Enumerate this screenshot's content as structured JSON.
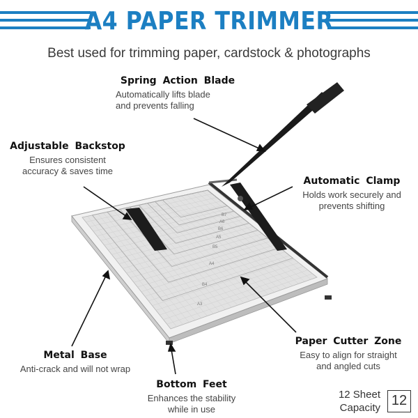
{
  "header": {
    "title": "A4 PAPER TRIMMER",
    "subtitle": "Best used for trimming paper, cardstock & photographs",
    "title_color": "#1c7fc2"
  },
  "features": {
    "spring_blade": {
      "heading": "Spring  Action  Blade",
      "desc_line1": "Automatically lifts blade",
      "desc_line2": "and prevents falling"
    },
    "backstop": {
      "heading": "Adjustable  Backstop",
      "desc_line1": "Ensures consistent",
      "desc_line2": "accuracy & saves time"
    },
    "clamp": {
      "heading": "Automatic  Clamp",
      "desc_line1": "Holds work securely and",
      "desc_line2": "prevents shifting"
    },
    "metal_base": {
      "heading": "Metal  Base",
      "desc": "Anti-crack and will not wrap"
    },
    "cutter_zone": {
      "heading": "Paper  Cutter  Zone",
      "desc_line1": "Easy to align for straight",
      "desc_line2": "and angled cuts"
    },
    "bottom_feet": {
      "heading": "Bottom  Feet",
      "desc_line1": "Enhances the stability",
      "desc_line2": "while in use"
    }
  },
  "capacity": {
    "line1": "12 Sheet",
    "line2": "Capacity",
    "value": "12"
  },
  "product_markings": [
    "A3",
    "B4",
    "A4",
    "B5",
    "A5",
    "B6",
    "A6",
    "B7"
  ]
}
